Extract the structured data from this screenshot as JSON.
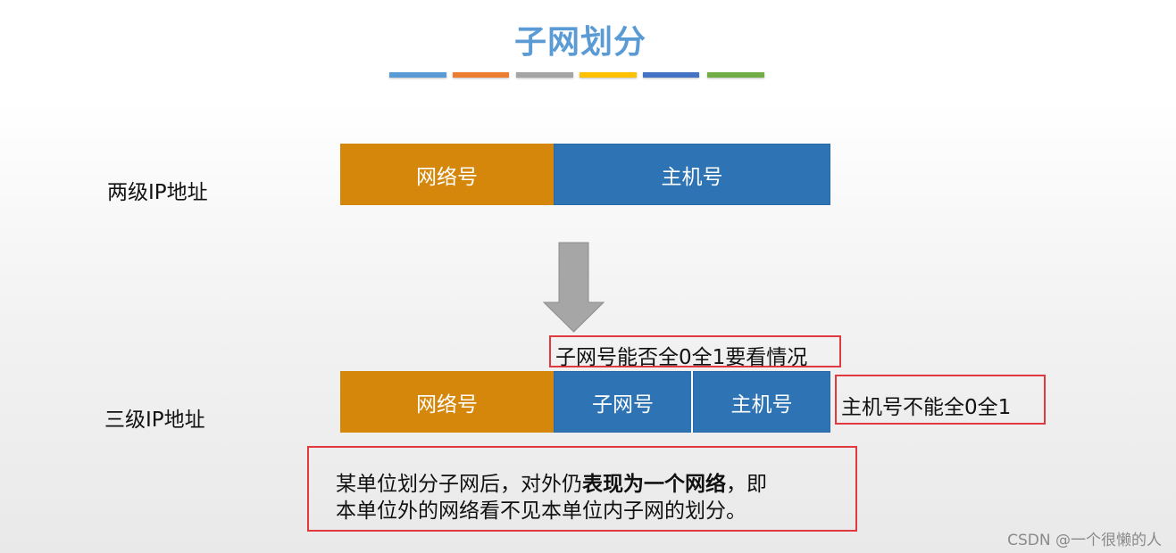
{
  "slide": {
    "title": "子网划分",
    "title_stripe_colors": [
      "#5b9bd5",
      "#ed7d31",
      "#a5a5a5",
      "#ffc000",
      "#4472c4",
      "#70ad47"
    ]
  },
  "two_level": {
    "label": "两级IP地址",
    "network_label": "网络号",
    "host_label": "主机号"
  },
  "three_level": {
    "label": "三级IP地址",
    "network_label": "网络号",
    "subnet_label": "子网号",
    "host_label": "主机号"
  },
  "notes": {
    "subnet_note": "子网号能否全0全1要看情况",
    "host_note": "主机号不能全0全1"
  },
  "description": {
    "part1": "某单位划分子网后，对外仍",
    "bold": "表现为一个网络",
    "part2": "，即",
    "line2": "本单位外的网络看不见本单位内子网的划分。"
  },
  "watermark": "CSDN @一个很懒的人",
  "colors": {
    "title": "#5b9bd5",
    "network_segment": "#d5870c",
    "host_segment": "#2e74b5",
    "highlight_border": "#e0393e",
    "arrow_fill": "#a6a6a6"
  }
}
